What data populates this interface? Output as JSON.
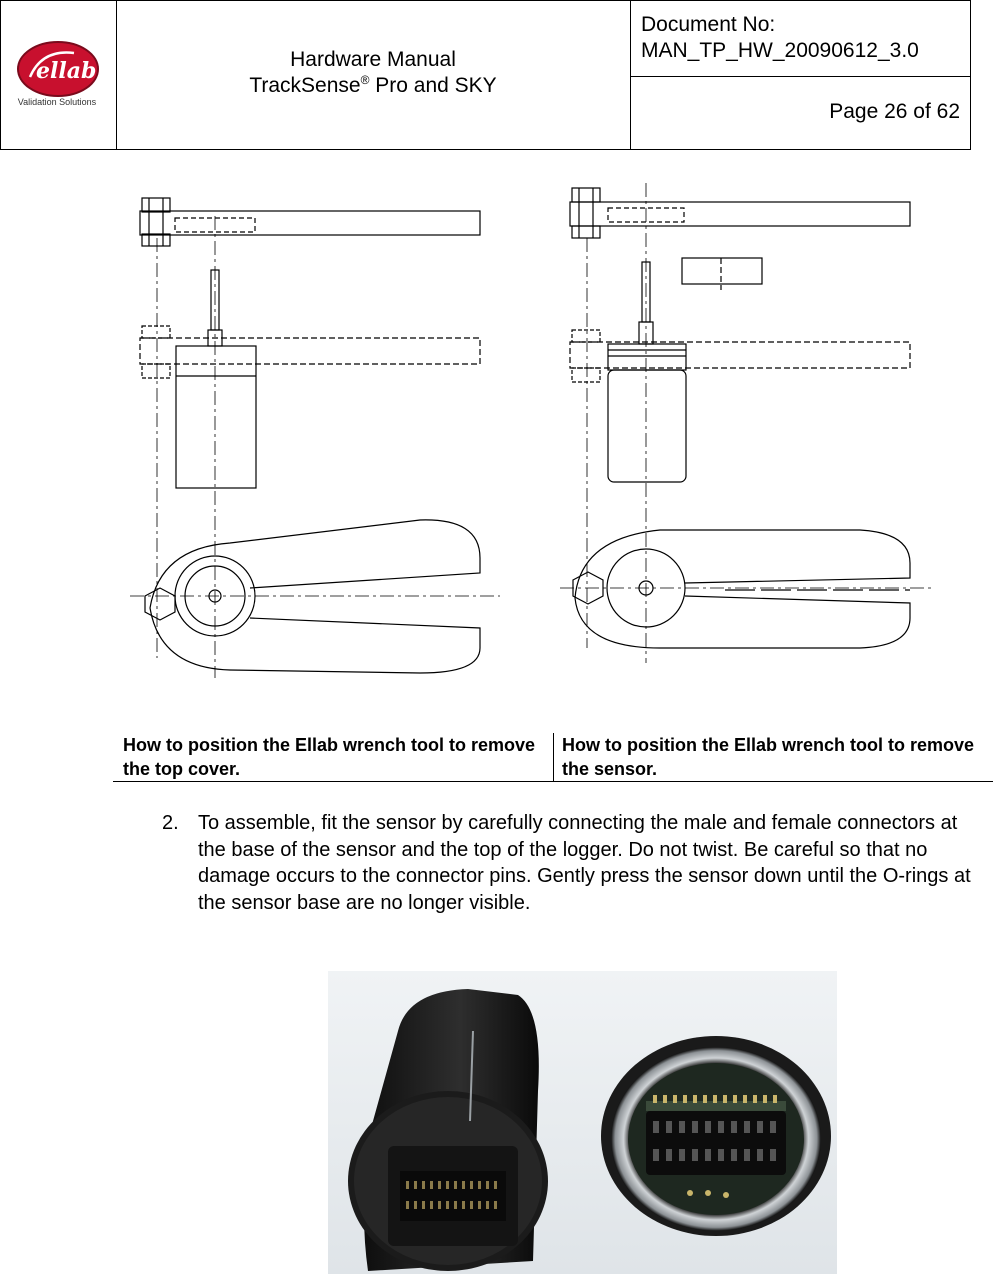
{
  "header": {
    "logo_text": "Ellab",
    "logo_subtitle": "Validation Solutions",
    "title_line1": "Hardware Manual",
    "title_line2_pre": "TrackSense",
    "title_line2_sup": "®",
    "title_line2_post": " Pro and SKY",
    "doc_label": "Document No:",
    "doc_number": "MAN_TP_HW_20090612_3.0",
    "page": "Page 26 of 62"
  },
  "captions": {
    "left": "How to position the Ellab wrench tool to remove the top cover.",
    "right": "How to position the Ellab wrench tool to remove the sensor."
  },
  "step": {
    "number": "2.",
    "text": "To assemble, fit the sensor by carefully connecting the male and female connectors at the base of the sensor and the top of the logger. Do not twist. Be careful so that no damage occurs to the connector pins. Gently press the sensor down until the O-rings at the sensor base are no longer visible."
  },
  "colors": {
    "logo_red": "#c8102e",
    "photo_bg": "#e9eef2",
    "logger_body": "#1c1c1c",
    "sensor_ring": "#b9bec2"
  }
}
